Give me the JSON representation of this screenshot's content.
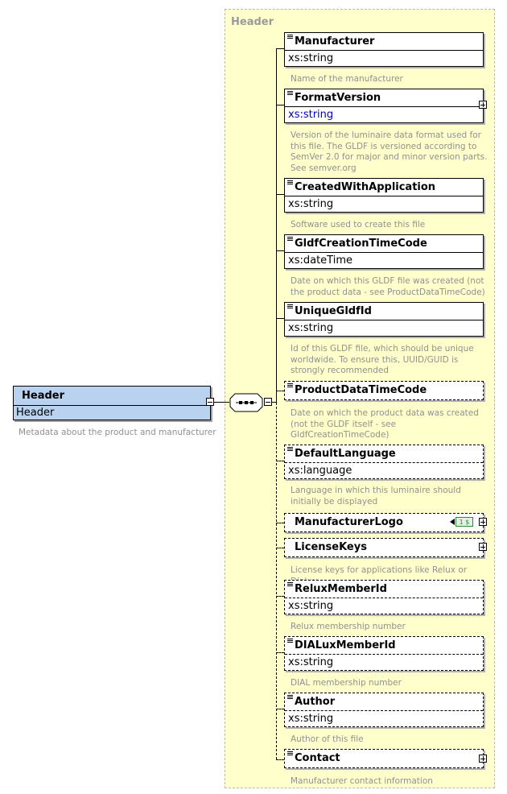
{
  "root": {
    "name": "Header",
    "type": "Header",
    "description": "Metadata about the product and manufacturer"
  },
  "group_title": "Header",
  "elements": [
    {
      "name": "Manufacturer",
      "type": "xs:string",
      "description": "Name of the manufacturer",
      "optional": false
    },
    {
      "name": "FormatVersion",
      "type": "xs:string",
      "description": "Version of the luminaire data format used for this file. The GLDF is versioned according to SemVer 2.0 for major and minor version parts. See semver.org",
      "optional": false
    },
    {
      "name": "CreatedWithApplication",
      "type": "xs:string",
      "description": "Software used to create this file",
      "optional": false
    },
    {
      "name": "GldfCreationTimeCode",
      "type": "xs:dateTime",
      "description": "Date on which this GLDF file was created (not the product data - see ProductDataTimeCode)",
      "optional": false
    },
    {
      "name": "UniqueGldfId",
      "type": "xs:string",
      "description": "Id of this GLDF file, which should be unique worldwide. To ensure this, UUID/GUID is strongly recommended",
      "optional": false
    },
    {
      "name": "ProductDataTimeCode",
      "type": "",
      "description": "Date on which the product data was created (not the GLDF itself - see GldfCreationTimeCode)",
      "optional": true
    },
    {
      "name": "DefaultLanguage",
      "type": "xs:language",
      "description": "Language in which this luminaire should initially be displayed",
      "optional": true
    },
    {
      "name": "ManufacturerLogo",
      "type": "",
      "description": "",
      "optional": true
    },
    {
      "name": "LicenseKeys",
      "type": "",
      "description": "License keys for applications like Relux or Dialux",
      "optional": true
    },
    {
      "name": "ReluxMemberId",
      "type": "xs:string",
      "description": "Relux membership number",
      "optional": true
    },
    {
      "name": "DIALuxMemberId",
      "type": "xs:string",
      "description": "DIAL membership number",
      "optional": true
    },
    {
      "name": "Author",
      "type": "xs:string",
      "description": "Author of this file",
      "optional": true
    },
    {
      "name": "Contact",
      "type": "",
      "description": "Manufacturer contact information",
      "optional": true
    }
  ],
  "badge_text": "1 $",
  "colors": {
    "group_background": "#ffffcc",
    "root_background": "#b8d2ef",
    "description_text": "#909090",
    "type_link": "#0000cc"
  }
}
